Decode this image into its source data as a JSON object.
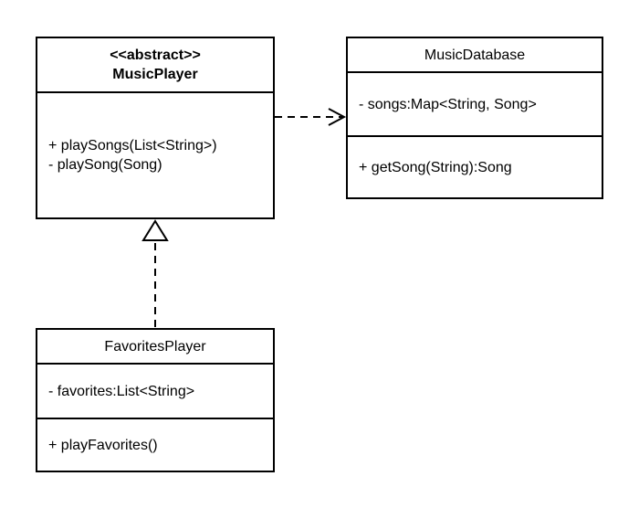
{
  "diagram": {
    "classes": {
      "music_player": {
        "stereotype": "<<abstract>>",
        "name": "MusicPlayer",
        "attributes": [],
        "methods": [
          "+ playSongs(List<String>)",
          "- playSong(Song)"
        ]
      },
      "music_database": {
        "name": "MusicDatabase",
        "attributes": [
          "- songs:Map<String, Song>"
        ],
        "methods": [
          "+ getSong(String):Song"
        ]
      },
      "favorites_player": {
        "name": "FavoritesPlayer",
        "attributes": [
          "- favorites:List<String>"
        ],
        "methods": [
          "+ playFavorites()"
        ]
      }
    },
    "relationships": [
      {
        "type": "dependency",
        "from": "MusicPlayer",
        "to": "MusicDatabase"
      },
      {
        "type": "realization",
        "from": "FavoritesPlayer",
        "to": "MusicPlayer"
      }
    ],
    "colors": {
      "line": "#000000",
      "background": "#ffffff"
    }
  }
}
